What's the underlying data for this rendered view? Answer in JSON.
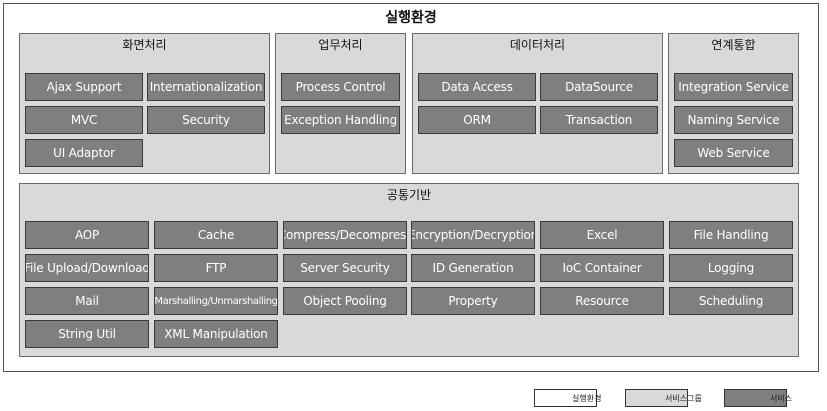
{
  "title": "실행환경",
  "groups": {
    "screen": {
      "title": "화면처리",
      "services": [
        "Ajax Support",
        "Internationalization",
        "MVC",
        "Security",
        "UI Adaptor"
      ]
    },
    "business": {
      "title": "업무처리",
      "services": [
        "Process Control",
        "Exception Handling"
      ]
    },
    "data": {
      "title": "데이터처리",
      "services": [
        "Data Access",
        "DataSource",
        "ORM",
        "Transaction"
      ]
    },
    "integration": {
      "title": "연계통합",
      "services": [
        "Integration Service",
        "Naming Service",
        "Web Service"
      ]
    },
    "common": {
      "title": "공통기반",
      "services": [
        "AOP",
        "Cache",
        "Compress/Decompress",
        "Encryption/Decryption",
        "Excel",
        "File Handling",
        "File Upload/Download",
        "FTP",
        "Server Security",
        "ID Generation",
        "IoC Container",
        "Logging",
        "Mail",
        "Marshalling/Unmarshalling",
        "Object Pooling",
        "Property",
        "Resource",
        "Scheduling",
        "String Util",
        "XML Manipulation"
      ]
    }
  },
  "legend": {
    "runtime": "실행환경",
    "service_group": "서비스그룹",
    "service": "서비스"
  },
  "colors": {
    "runtime": "#ffffff",
    "service_group": "#d9d9d9",
    "service": "#7f7f7f"
  }
}
